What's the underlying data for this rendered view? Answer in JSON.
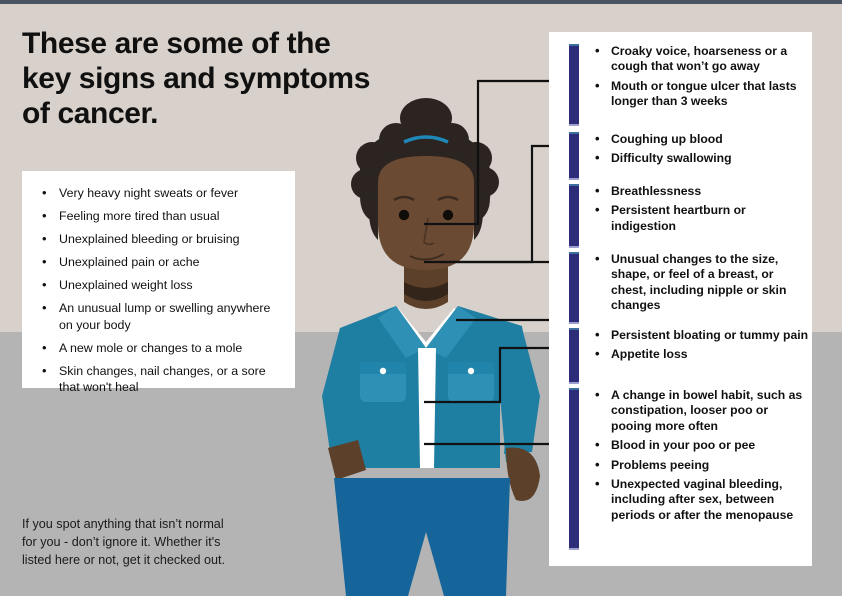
{
  "page": {
    "headline": "These are some of    the\nkey signs and symptoms\nof cancer.",
    "footer_note": "If you spot anything that isn’t normal\nfor you - don’t ignore it. Whether it's\nlisted here or not, get it checked out."
  },
  "colors": {
    "background_top": "#d8d0ca",
    "background_bottom": "#b4b4b4",
    "top_strip": "#4a5463",
    "card": "#ffffff",
    "accent_bar": "#2c2c78",
    "connector_line": "#111111",
    "jacket": "#1f7fa3",
    "jacket_shade": "#2d90b4",
    "jeans": "#15659b",
    "skin": "#6b4a33",
    "skin_dark": "#5c4029",
    "hair": "#2b2420",
    "hair_tie": "#1e88b8",
    "shirt": "#ffffff"
  },
  "general_symptoms_card": {
    "items": [
      "Very heavy night sweats or fever",
      "Feeling more tired than usual",
      "Unexplained bleeding or bruising",
      "Unexplained pain or ache",
      "Unexplained weight loss",
      "An unusual lump or swelling anywhere on your body",
      "A new mole or changes to a mole",
      "Skin changes, nail changes, or a sore that won't heal"
    ]
  },
  "symptom_groups": [
    {
      "id": "head-neck",
      "items": [
        "Croaky voice, hoarseness or a cough that won’t go away",
        "Mouth or tongue ulcer that lasts longer than 3 weeks"
      ]
    },
    {
      "id": "throat-lung",
      "items": [
        "Coughing up blood",
        "Difficulty swallowing"
      ]
    },
    {
      "id": "chest-breathing",
      "items": [
        "Breathlessness",
        "Persistent heartburn or indigestion"
      ]
    },
    {
      "id": "breast-chest",
      "items": [
        "Unusual changes to the size, shape, or feel of a breast, or chest, including nipple or skin changes"
      ]
    },
    {
      "id": "tummy",
      "items": [
        "Persistent bloating or tummy pain",
        "Appetite loss"
      ]
    },
    {
      "id": "bowel-bladder",
      "items": [
        "A change in bowel habit, such as constipation, looser poo or pooing more often",
        "Blood in your poo or pee",
        "Problems peeing",
        "Unexpected vaginal bleeding, including after sex, between periods or after the menopause"
      ]
    }
  ]
}
